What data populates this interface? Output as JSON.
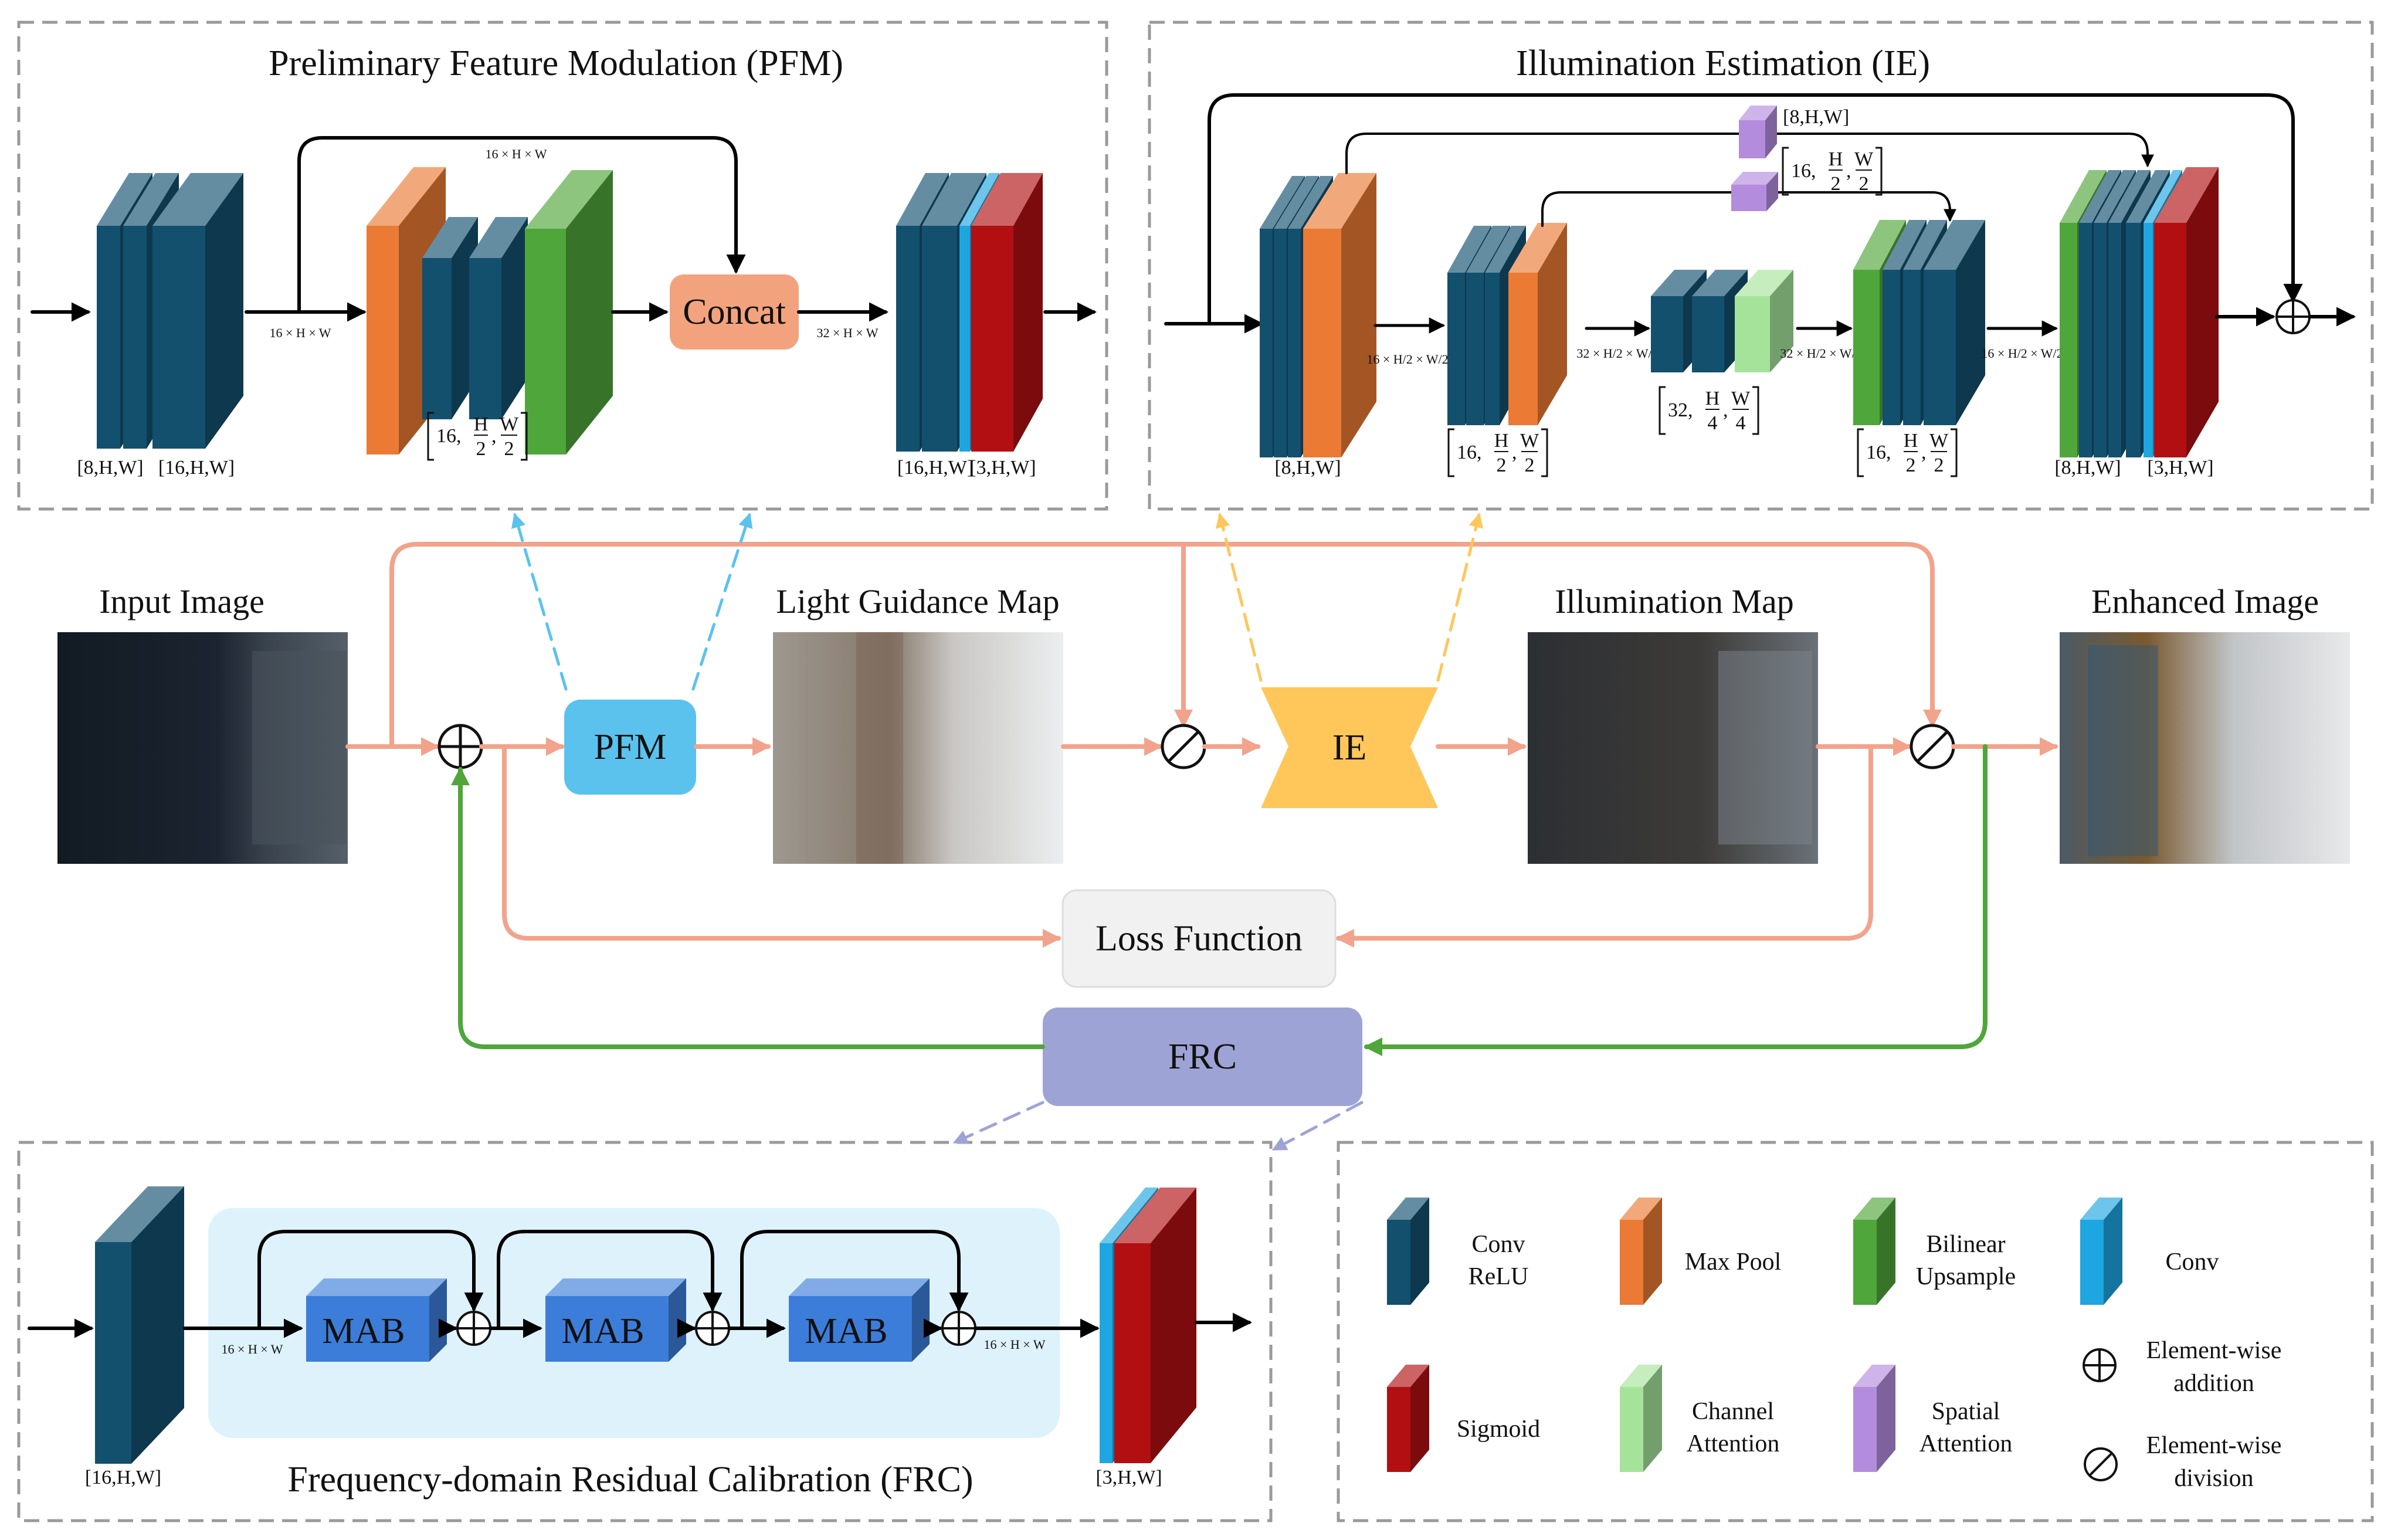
{
  "colors": {
    "salmon": "#F2A38C",
    "green": "#4FA63A",
    "pfm_box": "#5BC2EE",
    "ie_box": "#FFC65A",
    "frc_box": "#9EA3D6",
    "loss_box": "#F1F1F1",
    "concat_box": "#F2A37E",
    "mab_box": "#3C7DD9",
    "dashed_blue": "#5BC2EE",
    "dashed_yellow": "#FFC65A",
    "dashed_purple": "#9EA3D6",
    "conv_relu": "#12506E",
    "max_pool": "#EA7A34",
    "bilinear_upsample": "#4FA63A",
    "conv": "#1EA6E0",
    "sigmoid": "#B10F12",
    "channel_attention": "#A5E39A",
    "spatial_attention": "#B48CDD"
  },
  "panels": {
    "pfm": {
      "title": "Preliminary Feature Modulation (PFM)",
      "concat_label": "Concat",
      "dims": {
        "d8hw": "[8,H,W]",
        "d16hw_a": "[16,H,W]",
        "d16hw_b": "[16,H,W]",
        "d3hw": "[3,H,W]",
        "top_arrow": "16 × H × W",
        "mid_arrow": "16 × H × W",
        "concat_out": "32 × H × W",
        "frac": {
          "c": "16,",
          "n1": "H",
          "d1": "2",
          "n2": "W",
          "d2": "2"
        }
      }
    },
    "ie": {
      "title": "Illumination Estimation (IE)",
      "dims": {
        "skip_top": "[8,H,W]",
        "skip_mid": {
          "c": "16,",
          "n1": "H",
          "d1": "2",
          "n2": "W",
          "d2": "2"
        },
        "d8hw_a": "[8,H,W]",
        "d8hw_b": "[8,H,W]",
        "d3hw": "[3,H,W]",
        "frac_a": {
          "c": "16,",
          "n1": "H",
          "d1": "2",
          "n2": "W",
          "d2": "2"
        },
        "frac_b": {
          "c": "32,",
          "n1": "H",
          "d1": "4",
          "n2": "W",
          "d2": "4"
        },
        "frac_c": {
          "c": "16,",
          "n1": "H",
          "d1": "2",
          "n2": "W",
          "d2": "2"
        },
        "arrow_a": "16 × H/2 × W/2",
        "arrow_b": "32 × H/2 × W/2",
        "arrow_c": "32 × H/2 × W/2",
        "arrow_d": "16 × H/2 × W/2"
      }
    },
    "frc": {
      "title": "Frequency-domain Residual Calibration (FRC)",
      "mab": [
        "MAB",
        "MAB",
        "MAB"
      ],
      "dims": {
        "d16hw": "[16,H,W]",
        "d3hw": "[3,H,W]",
        "in_arrow": "16 × H × W",
        "out_arrow": "16 × H × W"
      }
    }
  },
  "flow": {
    "input_image": "Input Image",
    "light_guidance_map": "Light Guidance Map",
    "illumination_map": "Illumination Map",
    "enhanced_image": "Enhanced Image",
    "pfm": "PFM",
    "ie": "IE",
    "frc": "FRC",
    "loss": "Loss Function"
  },
  "legend": [
    {
      "label1": "Conv",
      "label2": "ReLU",
      "color_key": "conv_relu",
      "icon": "cuboid-icon"
    },
    {
      "label1": "Max Pool",
      "label2": "",
      "color_key": "max_pool",
      "icon": "cuboid-icon"
    },
    {
      "label1": "Bilinear",
      "label2": "Upsample",
      "color_key": "bilinear_upsample",
      "icon": "cuboid-icon"
    },
    {
      "label1": "Conv",
      "label2": "",
      "color_key": "conv",
      "icon": "cuboid-icon"
    },
    {
      "label1": "Sigmoid",
      "label2": "",
      "color_key": "sigmoid",
      "icon": "cuboid-icon"
    },
    {
      "label1": "Channel",
      "label2": "Attention",
      "color_key": "channel_attention",
      "icon": "cuboid-icon"
    },
    {
      "label1": "Spatial",
      "label2": "Attention",
      "color_key": "spatial_attention",
      "icon": "cuboid-icon"
    },
    {
      "label1": "Element-wise",
      "label2": "addition",
      "icon": "plus-circle-icon"
    },
    {
      "label1": "Element-wise",
      "label2": "division",
      "icon": "slash-circle-icon"
    }
  ]
}
